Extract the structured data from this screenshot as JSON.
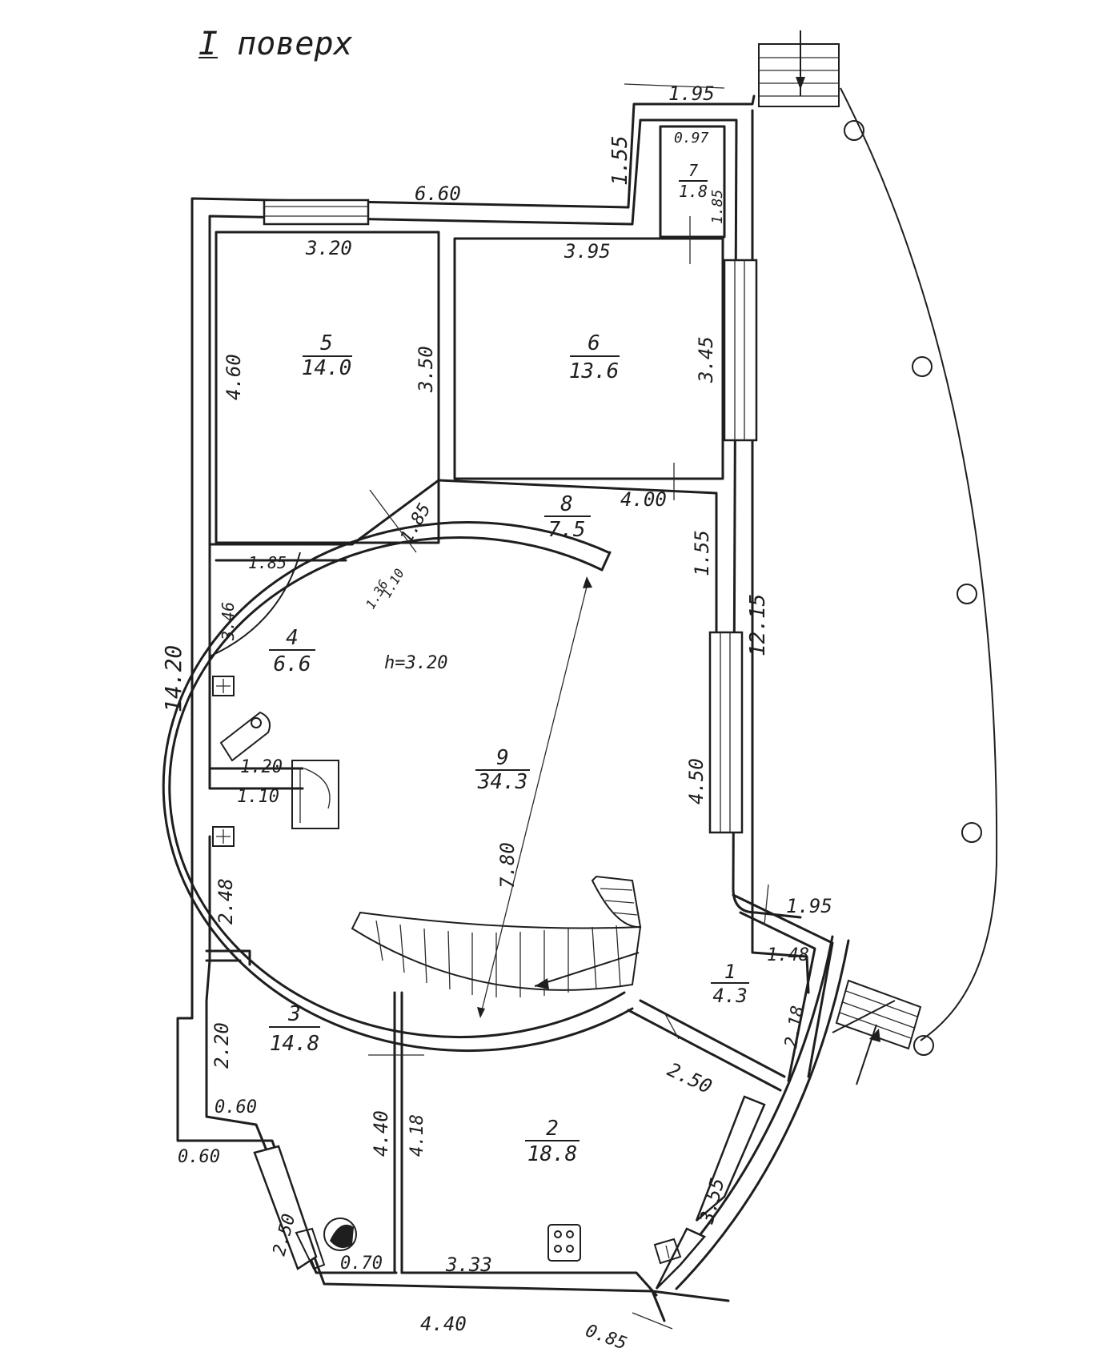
{
  "title": "I поверх",
  "rooms": [
    {
      "num": "1",
      "area": "4.3"
    },
    {
      "num": "2",
      "area": "18.8"
    },
    {
      "num": "3",
      "area": "14.8"
    },
    {
      "num": "4",
      "area": "6.6"
    },
    {
      "num": "5",
      "area": "14.0"
    },
    {
      "num": "6",
      "area": "13.6"
    },
    {
      "num": "7",
      "area": "1.8"
    },
    {
      "num": "8",
      "area": "7.5"
    },
    {
      "num": "9",
      "area": "34.3"
    }
  ],
  "height_label": "h=3.20",
  "dims": {
    "top_right_1_95": "1.95",
    "d_1_55_top": "1.55",
    "d_0_97": "0.97",
    "d_1_85_small": "1.85",
    "d_6_60": "6.60",
    "d_3_20": "3.20",
    "d_3_95": "3.95",
    "d_3_45": "3.45",
    "d_4_60": "4.60",
    "d_3_50": "3.50",
    "d_1_85_mid": "1.85",
    "d_4_00": "4.00",
    "d_1_55_mid": "1.55",
    "d_12_15": "12.15",
    "d_1_85_r4": "1.85",
    "d_3_46": "3.46",
    "d_1_36": "1.36",
    "d_1_10_diag": "1.10",
    "d_14_20": "14.20",
    "d_1_20": "1.20",
    "d_1_10": "1.10",
    "d_4_50": "4.50",
    "d_7_80": "7.80",
    "d_2_48": "2.48",
    "d_1_95_low": "1.95",
    "d_1_48": "1.48",
    "d_2_18": "2.18",
    "d_2_20": "2.20",
    "d_2_50_mid": "2.50",
    "d_0_60_a": "0.60",
    "d_0_60_b": "0.60",
    "d_4_40_v": "4.40",
    "d_4_18": "4.18",
    "d_3_55": "3.55",
    "d_2_50_left": "2.50",
    "d_0_70": "0.70",
    "d_3_33": "3.33",
    "d_4_40_bottom": "4.40",
    "d_0_85": "0.85"
  }
}
